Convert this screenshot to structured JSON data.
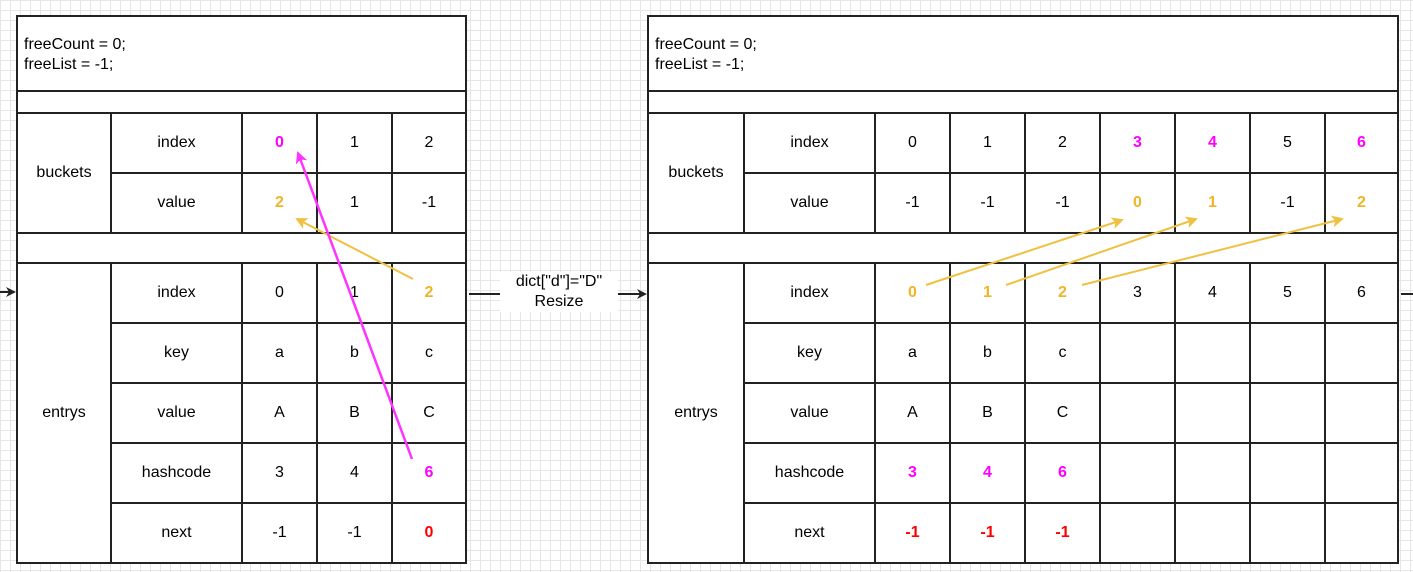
{
  "left": {
    "header": {
      "line1": "freeCount = 0;",
      "line2": "freeList = -1;"
    },
    "buckets": {
      "label": "buckets",
      "index_label": "index",
      "value_label": "value",
      "index": [
        "0",
        "1",
        "2"
      ],
      "value": [
        "2",
        "1",
        "-1"
      ]
    },
    "entrys": {
      "label": "entrys",
      "row_labels": [
        "index",
        "key",
        "value",
        "hashcode",
        "next"
      ],
      "index": [
        "0",
        "1",
        "2"
      ],
      "key": [
        "a",
        "b",
        "c"
      ],
      "value": [
        "A",
        "B",
        "C"
      ],
      "hashcode": [
        "3",
        "4",
        "6"
      ],
      "next": [
        "-1",
        "-1",
        "0"
      ]
    }
  },
  "transition": {
    "line1": "dict[\"d\"]=\"D\"",
    "line2": "Resize"
  },
  "right": {
    "header": {
      "line1": "freeCount = 0;",
      "line2": "freeList = -1;"
    },
    "buckets": {
      "label": "buckets",
      "index_label": "index",
      "value_label": "value",
      "index": [
        "0",
        "1",
        "2",
        "3",
        "4",
        "5",
        "6"
      ],
      "value": [
        "-1",
        "-1",
        "-1",
        "0",
        "1",
        "-1",
        "2"
      ]
    },
    "entrys": {
      "label": "entrys",
      "row_labels": [
        "index",
        "key",
        "value",
        "hashcode",
        "next"
      ],
      "index": [
        "0",
        "1",
        "2",
        "3",
        "4",
        "5",
        "6"
      ],
      "key": [
        "a",
        "b",
        "c",
        "",
        "",
        "",
        ""
      ],
      "value": [
        "A",
        "B",
        "C",
        "",
        "",
        "",
        ""
      ],
      "hashcode": [
        "3",
        "4",
        "6",
        "",
        "",
        "",
        ""
      ],
      "next": [
        "-1",
        "-1",
        "-1",
        "",
        "",
        "",
        ""
      ]
    }
  },
  "colors": {
    "magenta": "#ff00ff",
    "yellow": "#f0b429",
    "red": "#ff0000",
    "line": "#222222"
  }
}
